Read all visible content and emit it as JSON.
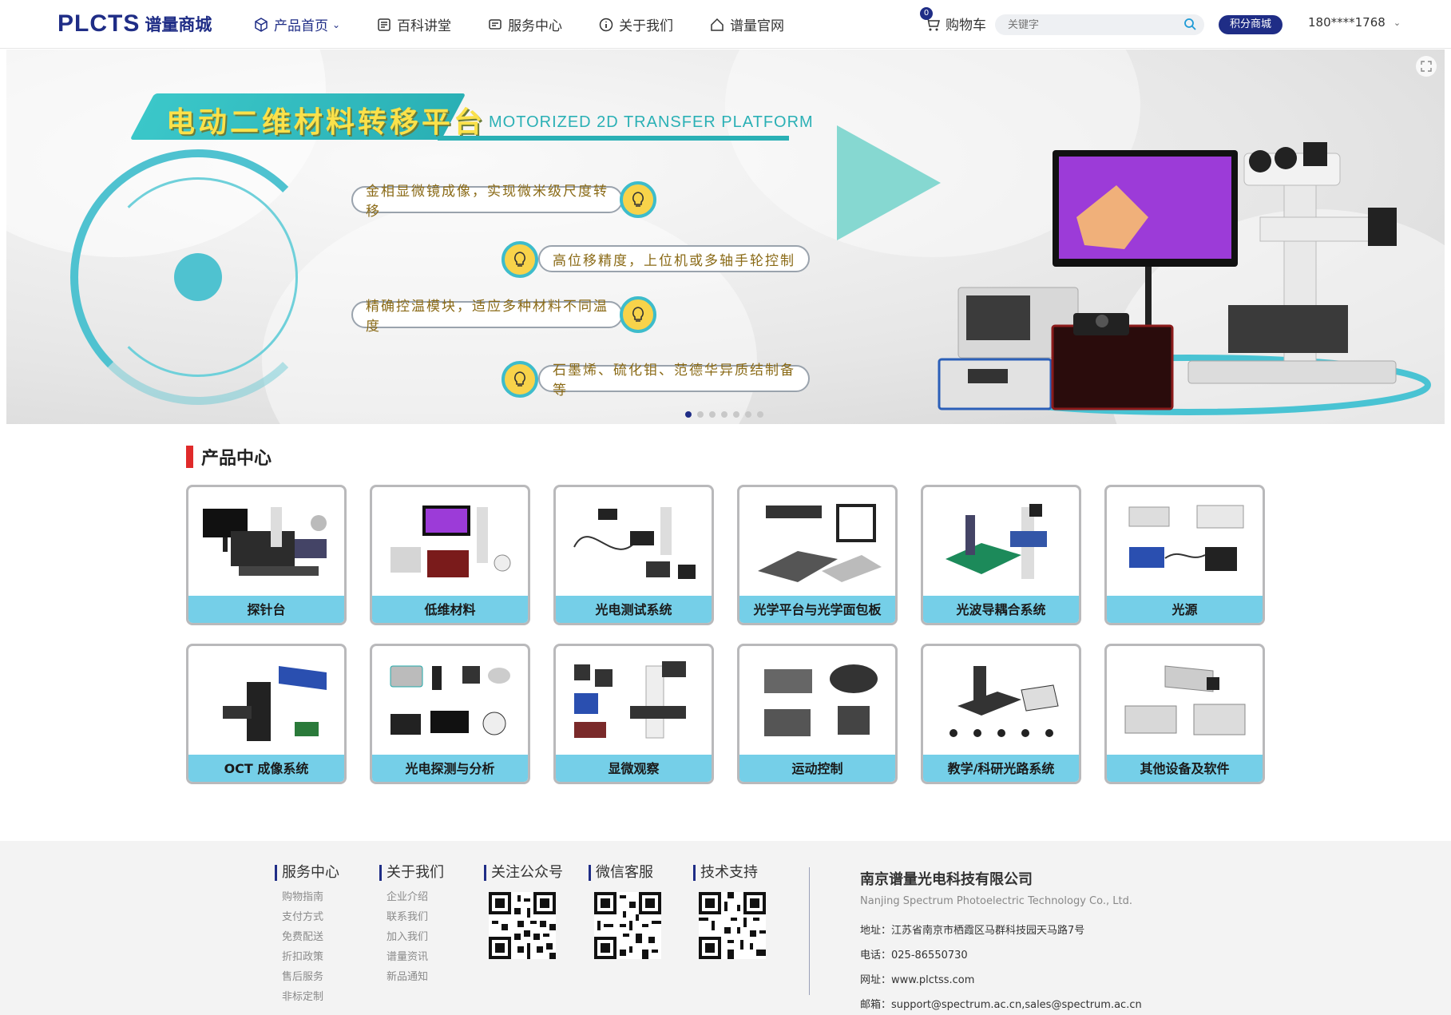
{
  "header": {
    "logo_mark": "PLCTS",
    "logo_cn": "谱量商城",
    "nav": [
      {
        "label": "产品首页",
        "icon": "cube-icon"
      },
      {
        "label": "百科讲堂",
        "icon": "book-icon"
      },
      {
        "label": "服务中心",
        "icon": "service-icon"
      },
      {
        "label": "关于我们",
        "icon": "info-icon"
      },
      {
        "label": "谱量官网",
        "icon": "home-icon"
      }
    ],
    "cart_label": "购物车",
    "cart_count": "0",
    "search_placeholder": "关键字",
    "points_label": "积分商城",
    "user": "180****1768"
  },
  "banner": {
    "title_cn": "电动二维材料转移平台",
    "title_en": "MOTORIZED 2D TRANSFER PLATFORM",
    "features": [
      "金相显微镜成像，实现微米级尺度转移",
      "高位移精度，上位机或多轴手轮控制",
      "精确控温模块，适应多种材料不同温度",
      "石墨烯、硫化钼、范德华异质结制备等"
    ],
    "slide_count": 7,
    "active_slide": 1
  },
  "products": {
    "title": "产品中心",
    "items": [
      {
        "label": "探针台"
      },
      {
        "label": "低维材料"
      },
      {
        "label": "光电测试系统"
      },
      {
        "label": "光学平台与光学面包板"
      },
      {
        "label": "光波导耦合系统"
      },
      {
        "label": "光源"
      },
      {
        "label": "OCT 成像系统"
      },
      {
        "label": "光电探测与分析"
      },
      {
        "label": "显微观察"
      },
      {
        "label": "运动控制"
      },
      {
        "label": "教学/科研光路系统"
      },
      {
        "label": "其他设备及软件"
      }
    ]
  },
  "footer": {
    "service": {
      "title": "服务中心",
      "links": [
        "购物指南",
        "支付方式",
        "免费配送",
        "折扣政策",
        "售后服务",
        "非标定制"
      ]
    },
    "about": {
      "title": "关于我们",
      "links": [
        "企业介绍",
        "联系我们",
        "加入我们",
        "谱量资讯",
        "新品通知"
      ]
    },
    "qrs": [
      {
        "title": "关注公众号"
      },
      {
        "title": "微信客服"
      },
      {
        "title": "技术支持"
      }
    ],
    "company": {
      "name": "南京谱量光电科技有限公司",
      "name_en": "Nanjing Spectrum Photoelectric Technology Co., Ltd.",
      "address": "地址：江苏省南京市栖霞区马群科技园天马路7号",
      "phone": "电话：025-86550730",
      "website": "网址：www.plctss.com",
      "email": "邮箱：support@spectrum.ac.cn,sales@spectrum.ac.cn"
    }
  }
}
